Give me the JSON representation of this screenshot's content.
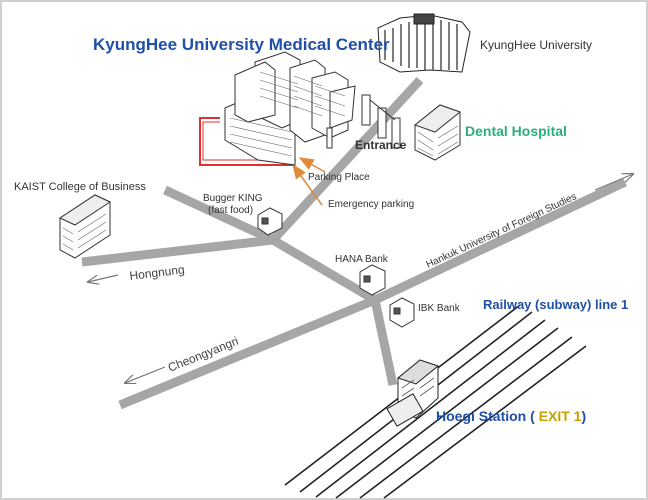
{
  "title": "KyungHee University Medical Center",
  "landmarks": {
    "university": "KyungHee University",
    "dental": "Dental Hospital",
    "entrance": "Entrance",
    "parking_place": "Parking Place",
    "emergency_parking": "Emergency parking",
    "kaist": "KAIST College of Business",
    "burger_king_line1": "Bugger KING",
    "burger_king_line2": "(fast food)",
    "hana_bank": "HANA Bank",
    "ibk_bank": "IBK Bank"
  },
  "roads": {
    "hongnung": "Hongnung",
    "cheongyangri": "Cheongyangri",
    "hankuk": "Hankuk University of Foreign Studies",
    "railway": "Railway (subway) line 1"
  },
  "station": {
    "name": "Hoegi Station ( ",
    "exit": "EXIT 1",
    "close": ")"
  },
  "colors": {
    "title": "#1f4fa8",
    "dental": "#2ab07a",
    "exit": "#c8a000",
    "road": "#a6a6a6",
    "route": "#e03030",
    "arrow": "#e08a3a"
  }
}
